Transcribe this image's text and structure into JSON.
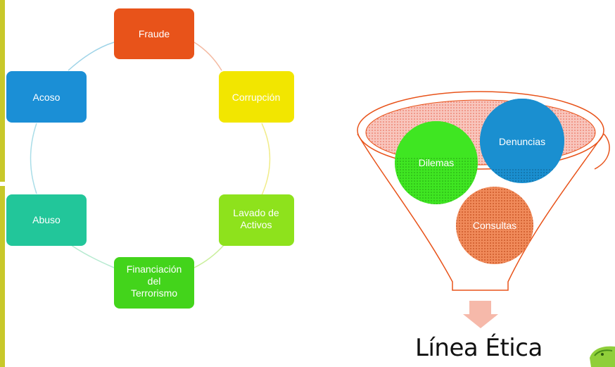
{
  "cycle": {
    "nodes": [
      {
        "id": "fraude",
        "lines": [
          "Fraude"
        ],
        "color": "#e8531a"
      },
      {
        "id": "corrupcion",
        "lines": [
          "Corrupción"
        ],
        "color": "#f2e600"
      },
      {
        "id": "lavado",
        "lines": [
          "Lavado de",
          "Activos"
        ],
        "color": "#8ee21c"
      },
      {
        "id": "financiacion",
        "lines": [
          "Financiación",
          "del",
          "Terrorismo"
        ],
        "color": "#43d41b"
      },
      {
        "id": "abuso",
        "lines": [
          "Abuso"
        ],
        "color": "#22c69a"
      },
      {
        "id": "acoso",
        "lines": [
          "Acoso"
        ],
        "color": "#1b8fd6"
      }
    ]
  },
  "funnel": {
    "circles": [
      {
        "id": "dilemas",
        "label": "Dilemas",
        "color": "#3fe622"
      },
      {
        "id": "denuncias",
        "label": "Denuncias",
        "color": "#1a8fd0"
      },
      {
        "id": "consultas",
        "label": "Consultas",
        "color": "#f07f4f"
      }
    ],
    "arrow_color": "#f6b9aa",
    "outline_color": "#e8531a"
  },
  "footer": {
    "title": "Línea Ética"
  }
}
